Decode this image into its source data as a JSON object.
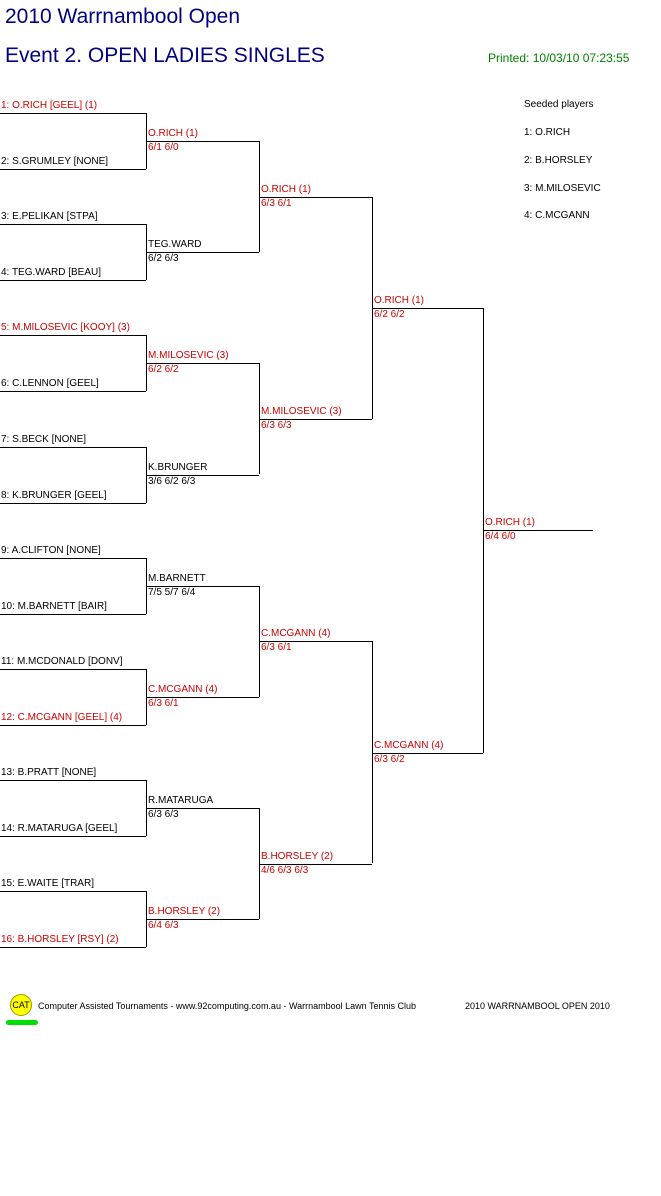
{
  "header": {
    "title": "2010 Warrnambool Open",
    "event": "Event 2. OPEN LADIES SINGLES",
    "printed": "Printed: 10/03/10 07:23:55"
  },
  "seeded": {
    "title": "Seeded players",
    "items": [
      "1: O.RICH",
      "2: B.HORSLEY",
      "3: M.MILOSEVIC",
      "4: C.MCGANN"
    ]
  },
  "colors": {
    "title": "#000080",
    "seeded_red": "#cc0000",
    "printed_green": "#008000"
  },
  "round1": [
    {
      "text": "1: O.RICH [GEEL] (1)",
      "seeded": true
    },
    {
      "text": "2: S.GRUMLEY [NONE]",
      "seeded": false
    },
    {
      "text": "3: E.PELIKAN [STPA]",
      "seeded": false
    },
    {
      "text": "4: TEG.WARD [BEAU]",
      "seeded": false
    },
    {
      "text": "5: M.MILOSEVIC [KOOY] (3)",
      "seeded": true
    },
    {
      "text": "6: C.LENNON [GEEL]",
      "seeded": false
    },
    {
      "text": "7: S.BECK [NONE]",
      "seeded": false
    },
    {
      "text": "8: K.BRUNGER [GEEL]",
      "seeded": false
    },
    {
      "text": "9: A.CLIFTON [NONE]",
      "seeded": false
    },
    {
      "text": "10: M.BARNETT [BAIR]",
      "seeded": false
    },
    {
      "text": "11: M.MCDONALD [DONV]",
      "seeded": false
    },
    {
      "text": "12: C.MCGANN [GEEL] (4)",
      "seeded": true
    },
    {
      "text": "13: B.PRATT [NONE]",
      "seeded": false
    },
    {
      "text": "14: R.MATARUGA [GEEL]",
      "seeded": false
    },
    {
      "text": "15: E.WAITE [TRAR]",
      "seeded": false
    },
    {
      "text": "16: B.HORSLEY [RSY] (2)",
      "seeded": true
    }
  ],
  "round2": [
    {
      "name": "O.RICH (1)",
      "score": "6/1 6/0",
      "seeded": true
    },
    {
      "name": "TEG.WARD",
      "score": "6/2 6/3",
      "seeded": false
    },
    {
      "name": "M.MILOSEVIC (3)",
      "score": "6/2 6/2",
      "seeded": true
    },
    {
      "name": "K.BRUNGER",
      "score": "3/6 6/2 6/3",
      "seeded": false
    },
    {
      "name": "M.BARNETT",
      "score": "7/5 5/7 6/4",
      "seeded": false
    },
    {
      "name": "C.MCGANN (4)",
      "score": "6/3 6/1",
      "seeded": true
    },
    {
      "name": "R.MATARUGA",
      "score": "6/3 6/3",
      "seeded": false
    },
    {
      "name": "B.HORSLEY (2)",
      "score": "6/4 6/3",
      "seeded": true
    }
  ],
  "round3": [
    {
      "name": "O.RICH (1)",
      "score": "6/3 6/1",
      "seeded": true
    },
    {
      "name": "M.MILOSEVIC (3)",
      "score": "6/3 6/3",
      "seeded": true
    },
    {
      "name": "C.MCGANN (4)",
      "score": "6/3 6/1",
      "seeded": true
    },
    {
      "name": "B.HORSLEY (2)",
      "score": "4/6 6/3 6/3",
      "seeded": true
    }
  ],
  "round4": [
    {
      "name": "O.RICH (1)",
      "score": "6/2 6/2",
      "seeded": true
    },
    {
      "name": "C.MCGANN (4)",
      "score": "6/3 6/2",
      "seeded": true
    }
  ],
  "final": [
    {
      "name": "O.RICH (1)",
      "score": "6/4 6/0",
      "seeded": true
    }
  ],
  "footer": {
    "logo_text": "CAT",
    "credit": "Computer Assisted Tournaments - www.92computing.com.au -  Warrnambool Lawn Tennis Club",
    "event_name": "2010 WARRNAMBOOL OPEN 2010"
  }
}
